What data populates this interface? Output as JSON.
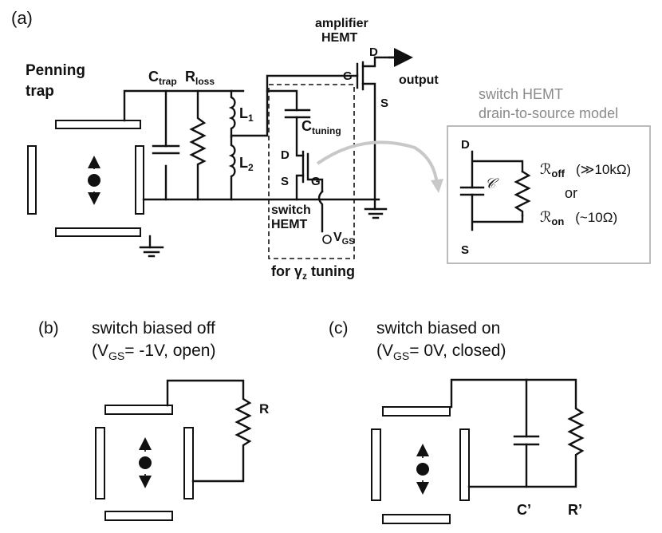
{
  "panel_labels": {
    "a": "(a)",
    "b": "(b)",
    "c": "(c)"
  },
  "panel_a": {
    "penning_trap": [
      "Penning",
      "trap"
    ],
    "c_trap": {
      "main": "C",
      "sub": "trap"
    },
    "r_loss": {
      "main": "R",
      "sub": "loss"
    },
    "l1": {
      "main": "L",
      "sub": "1"
    },
    "l2": {
      "main": "L",
      "sub": "2"
    },
    "amplifier": [
      "amplifier",
      "HEMT"
    ],
    "amp_d": "D",
    "amp_g": "G",
    "amp_s": "S",
    "output": "output",
    "c_tuning": {
      "main": "C",
      "sub": "tuning"
    },
    "sw_d": "D",
    "sw_s": "S",
    "sw_g": "G",
    "switch_hemt": [
      "switch",
      "HEMT"
    ],
    "vgs": {
      "main": "V",
      "sub": "GS"
    },
    "tuning_label": {
      "main": "for γ",
      "sub": "z",
      "tail": " tuning"
    }
  },
  "model_box": {
    "title": [
      "switch HEMT",
      "drain-to-source model"
    ],
    "d": "D",
    "s": "S",
    "c": "𝒞",
    "r_off": {
      "main": "ℛ",
      "sub": "off",
      "value": "(≫10kΩ)"
    },
    "or": "or",
    "r_on": {
      "main": "ℛ",
      "sub": "on",
      "value": "(~10Ω)"
    }
  },
  "panel_b": {
    "title": "switch biased off",
    "condition": {
      "open": "(V",
      "sub": "GS",
      "rest": "= -1V, open)"
    },
    "r": "R"
  },
  "panel_c": {
    "title": "switch biased on",
    "condition": {
      "open": "(V",
      "sub": "GS",
      "rest": "= 0V, closed)"
    },
    "c_prime": "C’",
    "r_prime": "R’"
  },
  "colors": {
    "wire": "#111111",
    "model_grey": "#8a8a8a",
    "box_border": "#bbbbbb"
  }
}
